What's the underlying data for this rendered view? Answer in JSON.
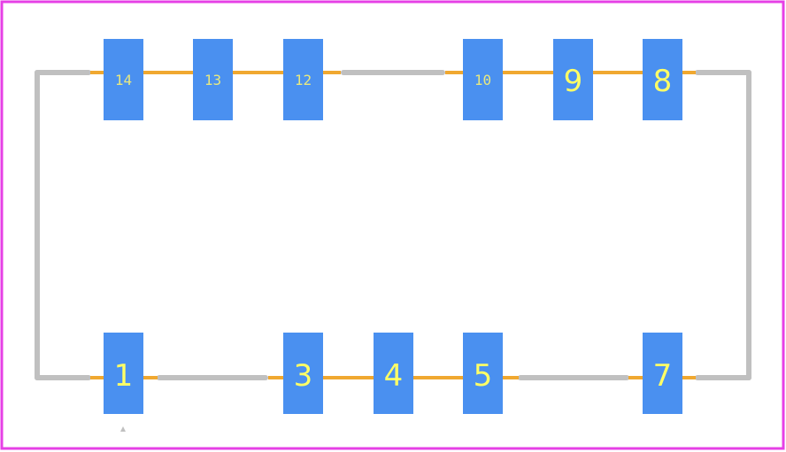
{
  "colors": {
    "board_outline": "#e640e6",
    "silkscreen": "#c0c0c0",
    "pad": "#4a90f0",
    "trace": "#f0a830",
    "label": "#ffff66",
    "background": "#ffffff"
  },
  "footprint": {
    "top_row": [
      {
        "number": "14",
        "has_trace_right": true
      },
      {
        "number": "13",
        "has_trace_right": true
      },
      {
        "number": "12",
        "has_trace_right": false
      },
      {
        "number": "10",
        "has_trace_right": true
      },
      {
        "number": "9",
        "has_trace_right": true
      },
      {
        "number": "8",
        "has_trace_right": false
      }
    ],
    "bottom_row": [
      {
        "number": "1"
      },
      {
        "number": "3"
      },
      {
        "number": "4"
      },
      {
        "number": "5"
      },
      {
        "number": "7"
      }
    ]
  }
}
